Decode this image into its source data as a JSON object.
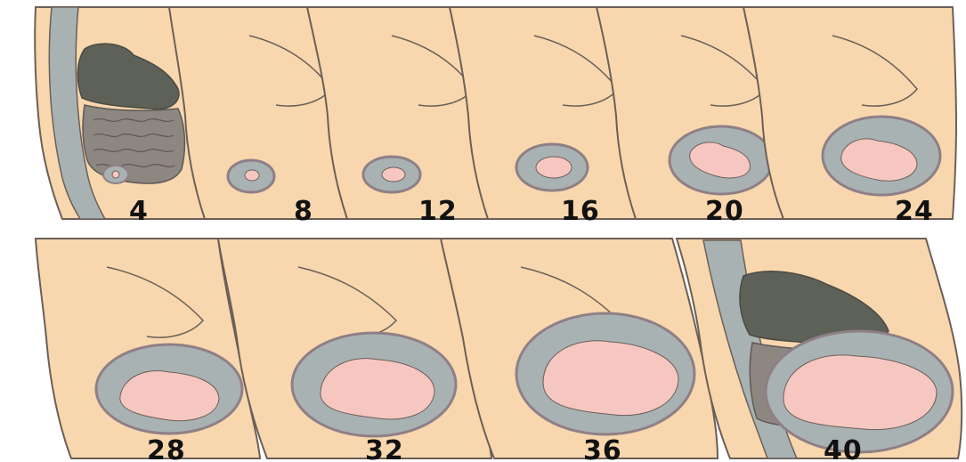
{
  "diagram": {
    "week_labels": [
      "4",
      "8",
      "12",
      "16",
      "20",
      "24",
      "28",
      "32",
      "36",
      "40"
    ],
    "colors": {
      "skin": "#f8d7ae",
      "outline": "#6b5f57",
      "uterus_fluid": "#a9b2b3",
      "uterus_wall": "#8f7f86",
      "fetus": "#f6c7c1",
      "organs_dark": "#5e6157",
      "intestines": "#8d8782",
      "background": "#ffffff"
    }
  }
}
